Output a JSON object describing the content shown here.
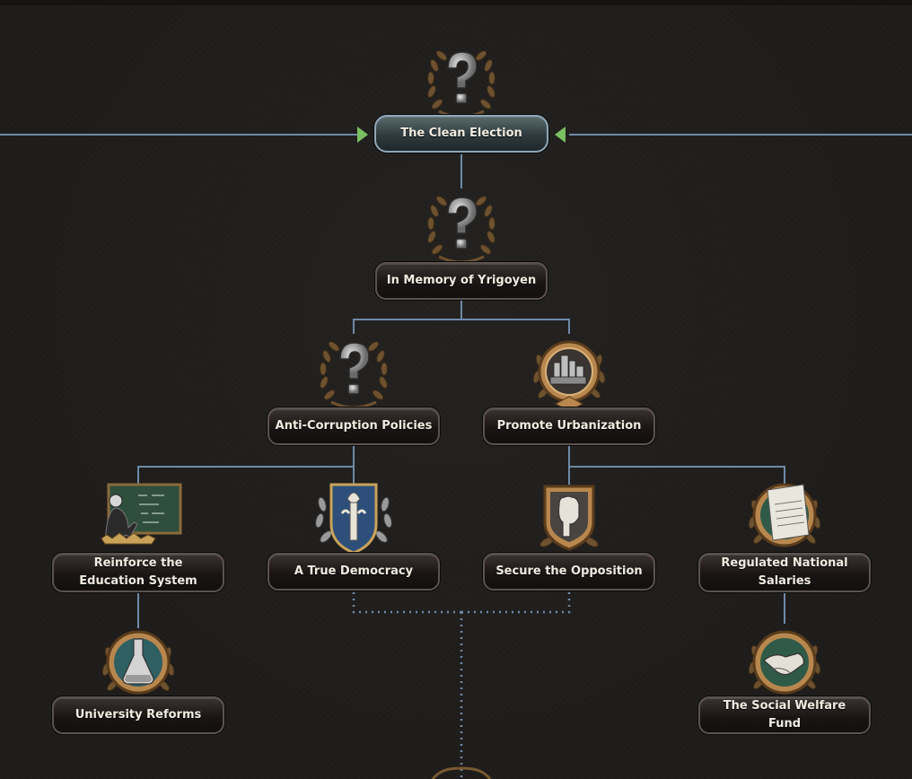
{
  "focus_tree": {
    "focuses": [
      {
        "id": "clean_election",
        "label": "The Clean Election",
        "icon": "unknown-question-icon",
        "selected": true
      },
      {
        "id": "memory_yrigoyen",
        "label": "In Memory of Yrigoyen",
        "icon": "unknown-question-icon"
      },
      {
        "id": "anti_corruption",
        "label": "Anti-Corruption Policies",
        "icon": "unknown-question-icon"
      },
      {
        "id": "promote_urbanization",
        "label": "Promote Urbanization",
        "icon": "city-icon"
      },
      {
        "id": "reinforce_education",
        "label": "Reinforce the Education System",
        "icon": "teacher-blackboard-icon"
      },
      {
        "id": "true_democracy",
        "label": "A True Democracy",
        "icon": "torch-icon"
      },
      {
        "id": "secure_opposition",
        "label": "Secure the Opposition",
        "icon": "raised-fist-icon"
      },
      {
        "id": "regulated_salaries",
        "label": "Regulated National Salaries",
        "icon": "document-icon"
      },
      {
        "id": "university_reforms",
        "label": "University Reforms",
        "icon": "flask-icon"
      },
      {
        "id": "social_welfare",
        "label": "The Social Welfare Fund",
        "icon": "handshake-icon"
      }
    ]
  },
  "colors": {
    "connector": "#6f8aa8",
    "dotted_connector": "#6f8aa8",
    "arrow": "#7ac060",
    "laurel": "#7a5a30",
    "gold": "#c9a25a"
  }
}
